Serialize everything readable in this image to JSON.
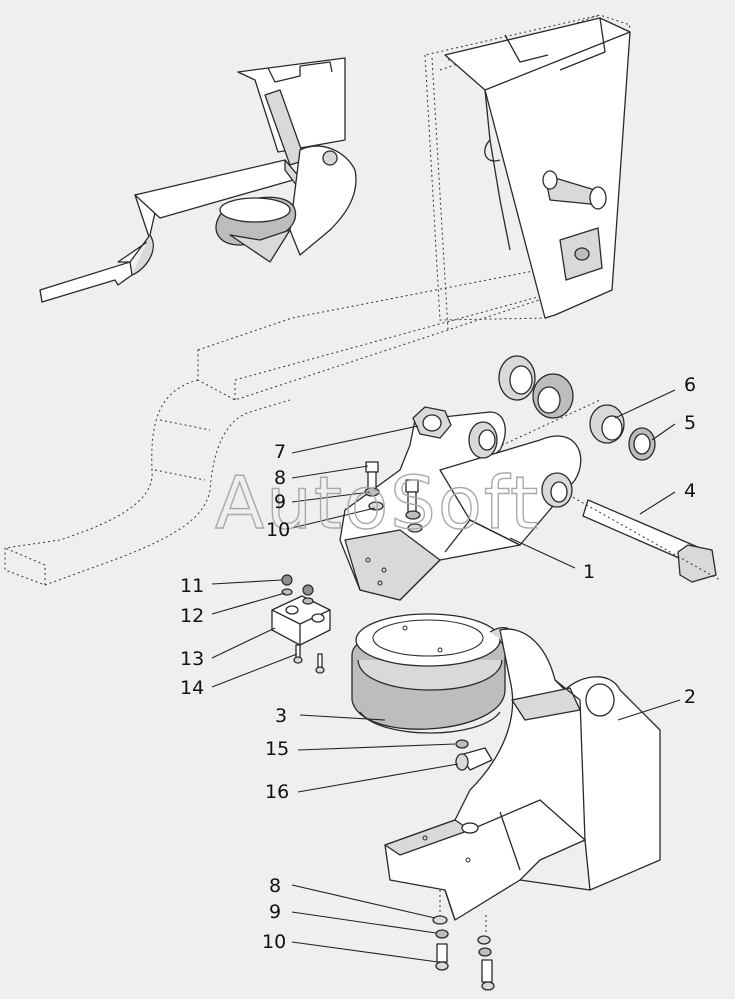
{
  "watermark": "AutoSoft",
  "callouts": [
    {
      "id": "c1",
      "text": "1"
    },
    {
      "id": "c2",
      "text": "2"
    },
    {
      "id": "c3",
      "text": "3"
    },
    {
      "id": "c4",
      "text": "4"
    },
    {
      "id": "c5",
      "text": "5"
    },
    {
      "id": "c6",
      "text": "6"
    },
    {
      "id": "c7",
      "text": "7"
    },
    {
      "id": "c8a",
      "text": "8"
    },
    {
      "id": "c9a",
      "text": "9"
    },
    {
      "id": "c10a",
      "text": "10"
    },
    {
      "id": "c11",
      "text": "11"
    },
    {
      "id": "c12",
      "text": "12"
    },
    {
      "id": "c13",
      "text": "13"
    },
    {
      "id": "c14",
      "text": "14"
    },
    {
      "id": "c15",
      "text": "15"
    },
    {
      "id": "c16",
      "text": "16"
    },
    {
      "id": "c8b",
      "text": "8"
    },
    {
      "id": "c9b",
      "text": "9"
    },
    {
      "id": "c10b",
      "text": "10"
    }
  ]
}
